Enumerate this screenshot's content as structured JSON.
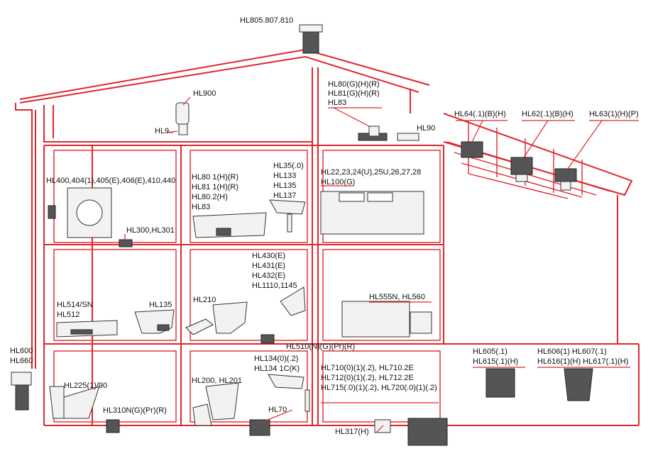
{
  "labels": {
    "chimney": "HL805.807.810",
    "attic_vent": "HL900",
    "attic_vent2": "HL9..",
    "attic_right": [
      "HL80(G)(H)(R)",
      "HL81(G)(H)(R)",
      "HL83"
    ],
    "hl90": "HL90",
    "roof1": "HL64(.1)(B)(H)",
    "roof2": "HL62(.1)(B)(H)",
    "roof3": "HL63(1)(H)(P)",
    "washer": "HL400,404(1),405(E),406(E),410,440",
    "hl300": "HL300,HL301",
    "bath_upper": [
      "HL80 1(H)(R)",
      "HL81 1(H)(R)",
      "HL80.2(H)",
      "HL83"
    ],
    "basin_upper": [
      "HL35(.0)",
      "HL133",
      "HL135",
      "HL137"
    ],
    "kitchen": [
      "HL22,23,24(U),25U,26,27,28",
      "HL100(G)"
    ],
    "shower": [
      "HL514/SN",
      "HL512"
    ],
    "hl135": "HL135",
    "hl210": "HL210",
    "urinal": [
      "HL430(E)",
      "HL431(E)",
      "HL432(E)",
      "HL1110,1145"
    ],
    "bathtub": "HL555N, HL560",
    "hl510": "HL510(N)(G)(Pr)(R)",
    "hl600": [
      "HL600",
      "HL660"
    ],
    "hl225": "HL225(1)/90",
    "hl310": "HL310N(G)(Pr)(R)",
    "hl200": "HL200, HL201",
    "basin_lower": [
      "HL134(0)(.2)",
      "HL134 1C(K)"
    ],
    "hl70": "HL70",
    "hl710": [
      "HL710(0)(1)(.2), HL710.2E",
      "HL712(0)(1)(.2), HL712.2E",
      "HL715(.0)(1)(.2), HL720(.0)(1)(.2)"
    ],
    "hl317": "HL317(H)",
    "gully1": [
      "HL605(.1)",
      "HL615(.1)(H)"
    ],
    "gully2": [
      "HL606(1) HL607(.1)",
      "HL616(1)(H) HL617(.1)(H)"
    ]
  },
  "colors": {
    "pipe": "#e0262c",
    "text": "#111111",
    "fixture": "#f2f2f2"
  }
}
